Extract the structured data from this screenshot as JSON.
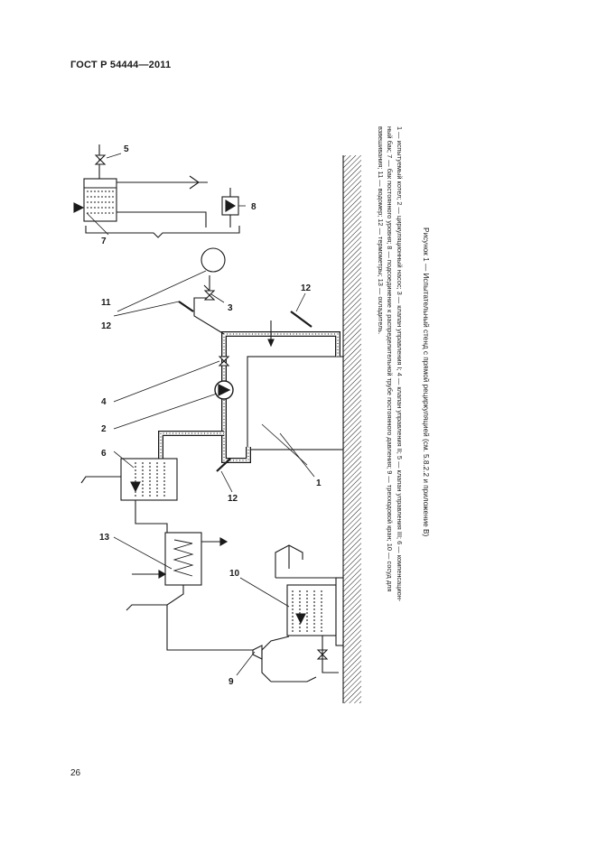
{
  "header": {
    "standard_code": "ГОСТ Р 54444—2011"
  },
  "page": {
    "number": "26"
  },
  "figure": {
    "caption": "Рисунок 1 — Испытательный стенд с прямой рециркуляцией (см. 5.8.2.2 и приложение В)",
    "legend": {
      "line1": "1 — испытуемый котел; 2 — циркуляционный насос; 3 — клапан управления I; 4 — клапан управления II; 5 — клапан управления III; 6 — компенсацион-",
      "line2": "ный бак; 7 — бак постоянного уровня; 8 — подсоединение к распределительной трубе постоянного давления; 9 — трехходовой кран; 10 — сосуд для",
      "line3": "взвешивания; 11 — водомер; 12 — термометры; 13 — охладитель."
    },
    "labels": {
      "boiler": "1",
      "pump": "2",
      "valve_1": "3",
      "valve_2": "4",
      "valve_3": "5",
      "expansion_tank": "6",
      "constant_level_tank": "7",
      "pressure_connection": "8",
      "three_way_valve": "9",
      "weighing_vessel": "10",
      "water_meter": "11",
      "thermometer": "12",
      "cooler": "13"
    }
  }
}
